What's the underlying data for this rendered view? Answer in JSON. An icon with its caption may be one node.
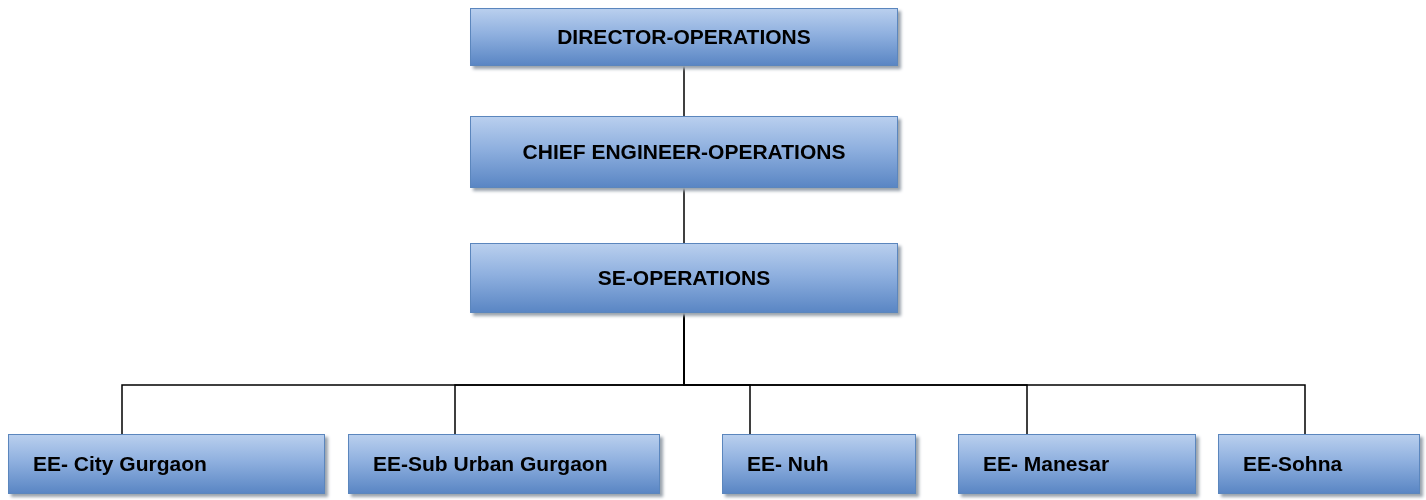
{
  "diagram": {
    "nodes": [
      {
        "text": [
          "DIRECTOR-OPERATIONS"
        ]
      },
      {
        "text": [
          "CHIEF ENGINEER-OPERATIONS"
        ]
      },
      {
        "text": [
          "SE-OPERATIONS"
        ]
      },
      {
        "text": [
          "EE- City Gurgaon"
        ]
      },
      {
        "text": [
          "EE-Sub Urban Gurgaon"
        ]
      },
      {
        "text": [
          "EE- Nuh"
        ]
      },
      {
        "text": [
          "EE- Manesar"
        ]
      },
      {
        "text": [
          "EE-Sohna"
        ]
      }
    ],
    "edges": [
      {
        "from": 0,
        "to": 1,
        "arrow": "none"
      },
      {
        "from": 1,
        "to": 2,
        "arrow": "none"
      },
      {
        "from": 2,
        "to": 3,
        "arrow": "none"
      },
      {
        "from": 2,
        "to": 4,
        "arrow": "none"
      },
      {
        "from": 2,
        "to": 5,
        "arrow": "none"
      },
      {
        "from": 2,
        "to": 6,
        "arrow": "none"
      },
      {
        "from": 2,
        "to": 7,
        "arrow": "none"
      }
    ]
  }
}
